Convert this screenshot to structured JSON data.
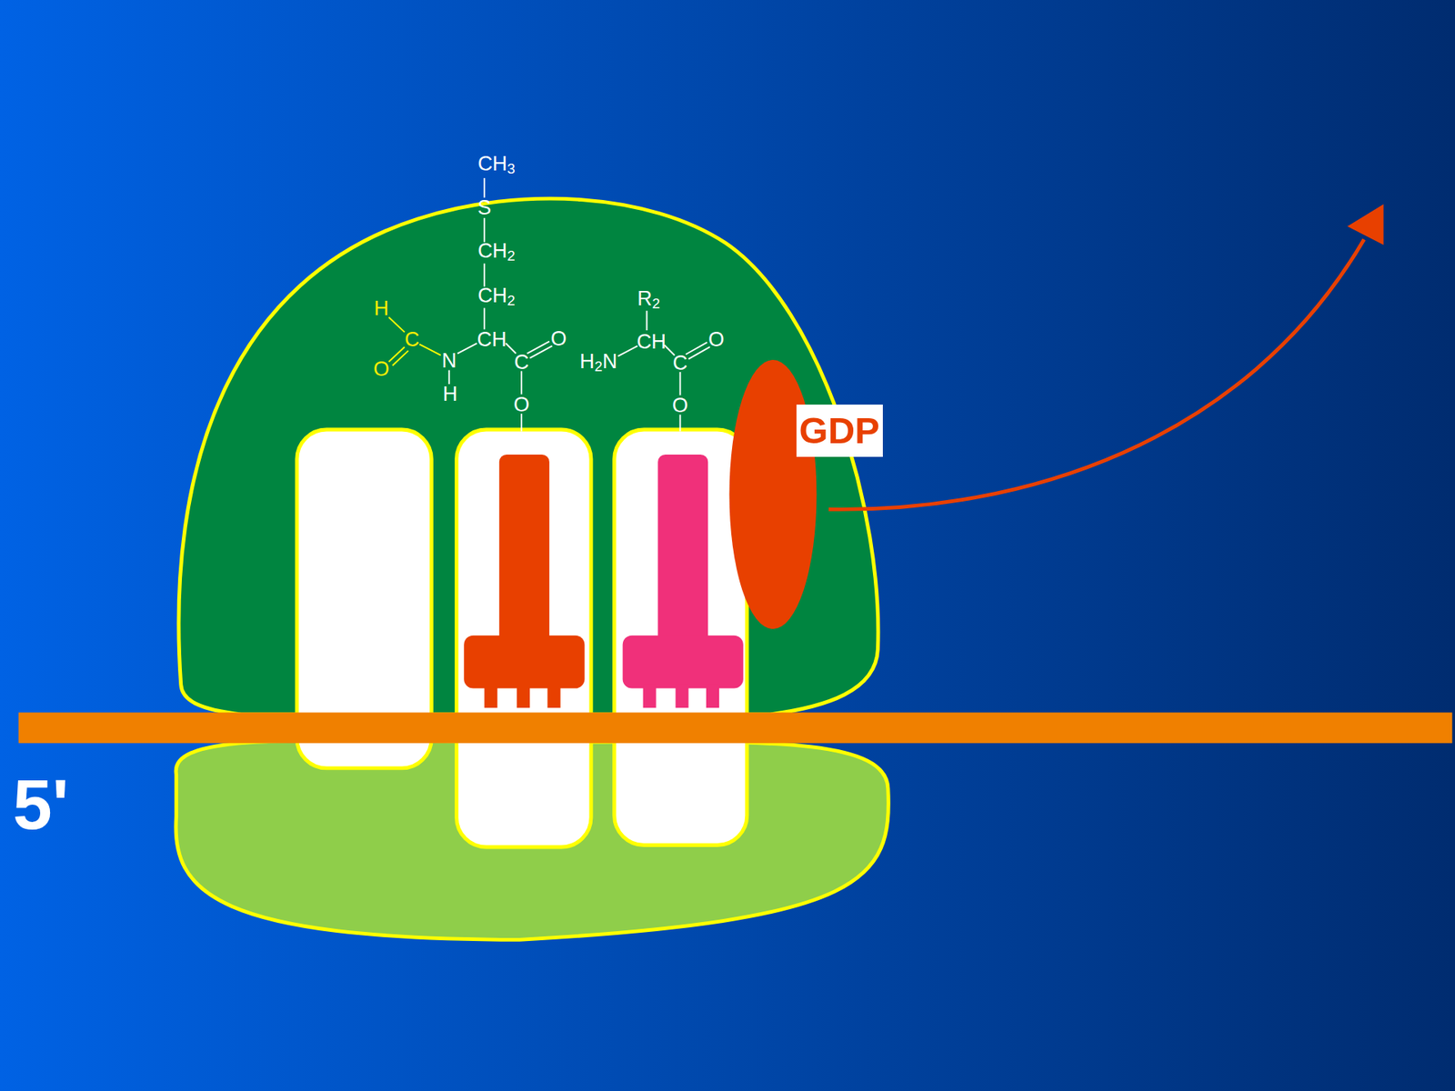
{
  "diagram": {
    "nodes": [
      {
        "text": [
          "GDP"
        ]
      }
    ],
    "labels": [
      "CH3",
      "S",
      "CH2",
      "CH2",
      "H",
      "C",
      "O",
      "N",
      "H",
      "CH",
      "C",
      "O",
      "O",
      "R2",
      "H2N",
      "CH",
      "C",
      "O",
      "O",
      "5'"
    ]
  }
}
